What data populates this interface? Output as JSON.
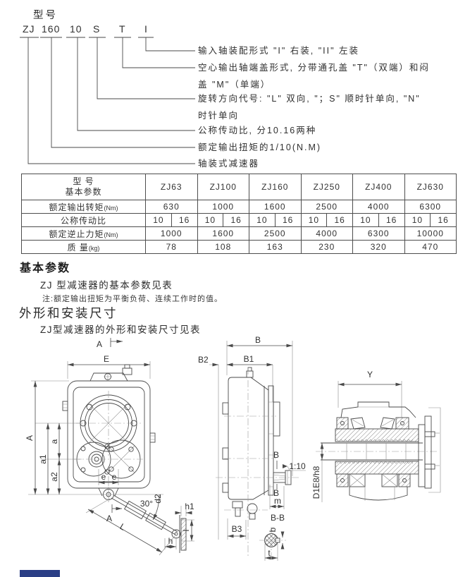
{
  "page": {
    "footer_band_color": "#2b3f86",
    "footer_band_style": "background:#2b3f86"
  },
  "model_code": {
    "title": "型号",
    "tokens": [
      "ZJ",
      "160",
      "10",
      "S",
      "T",
      "I"
    ],
    "notes": [
      {
        "l1": "输入轴装配形式  \"I\"  右装, \"II\" 左装",
        "l2": ""
      },
      {
        "l1": "空心输出轴端盖形式, 分带通孔盖 \"T\"（双端）和闷",
        "l2": "盖 \"M\"（单端）"
      },
      {
        "l1": "旋转方向代号: \"L\" 双向, \"；S\" 顺时针单向, \"N\"",
        "l2": "时针单向"
      },
      {
        "l1": "公称传动比, 分10.16两种",
        "l2": ""
      },
      {
        "l1": "额定输出扭矩的1/10(N.M)",
        "l2": ""
      },
      {
        "l1": "轴装式减速器",
        "l2": ""
      }
    ]
  },
  "table": {
    "header": {
      "label_top": "型 号",
      "label_bottom": "基本参数",
      "models": [
        "ZJ63",
        "ZJ100",
        "ZJ160",
        "ZJ250",
        "ZJ400",
        "ZJ630"
      ]
    },
    "rows": [
      {
        "label": "额定输出转矩",
        "unit": "(Nm)",
        "values": [
          "630",
          "1000",
          "1600",
          "2500",
          "4000",
          "6300"
        ]
      },
      {
        "label": "公称传动比",
        "unit": "",
        "pairs": [
          [
            "10",
            "16"
          ],
          [
            "10",
            "16"
          ],
          [
            "10",
            "16"
          ],
          [
            "10",
            "16"
          ],
          [
            "10",
            "16"
          ],
          [
            "10",
            "16"
          ]
        ]
      },
      {
        "label": "额定逆止力矩",
        "unit": "(Nm)",
        "values": [
          "1000",
          "1600",
          "2500",
          "4000",
          "6300",
          "10000"
        ]
      },
      {
        "label": "质 量",
        "unit": "(kg)",
        "values": [
          "78",
          "108",
          "163",
          "230",
          "320",
          "470"
        ]
      }
    ]
  },
  "sections": {
    "basic_title": "基本参数",
    "basic_line": "ZJ 型减速器的基本参数见表",
    "note": "注:额定输出扭矩为平衡负荷、连续工作时的值。",
    "dims_title": "外形和安装尺寸",
    "dims_line": "ZJ型减速器的外形和安装尺寸见表"
  },
  "drawings": {
    "front": {
      "a_section_top": "A",
      "e": "E",
      "A": "A",
      "a": "a",
      "a1": "a1",
      "a2": "a2",
      "e1": "e",
      "e2": "e",
      "deg": "30°",
      "d2": "d2",
      "h1": "h1",
      "L": "L",
      "l": "l",
      "h": "h",
      "a_section_bottom": "A"
    },
    "side": {
      "B": "B",
      "B1": "B1",
      "B2": "B2",
      "B3": "B3",
      "sec_top": "B",
      "taper": "1:10",
      "sec_bot": "B",
      "m": "m",
      "BB": "B-B",
      "b": "b",
      "t": "t"
    },
    "output": {
      "Y": "Y",
      "bore": "D1E8/h8"
    }
  }
}
